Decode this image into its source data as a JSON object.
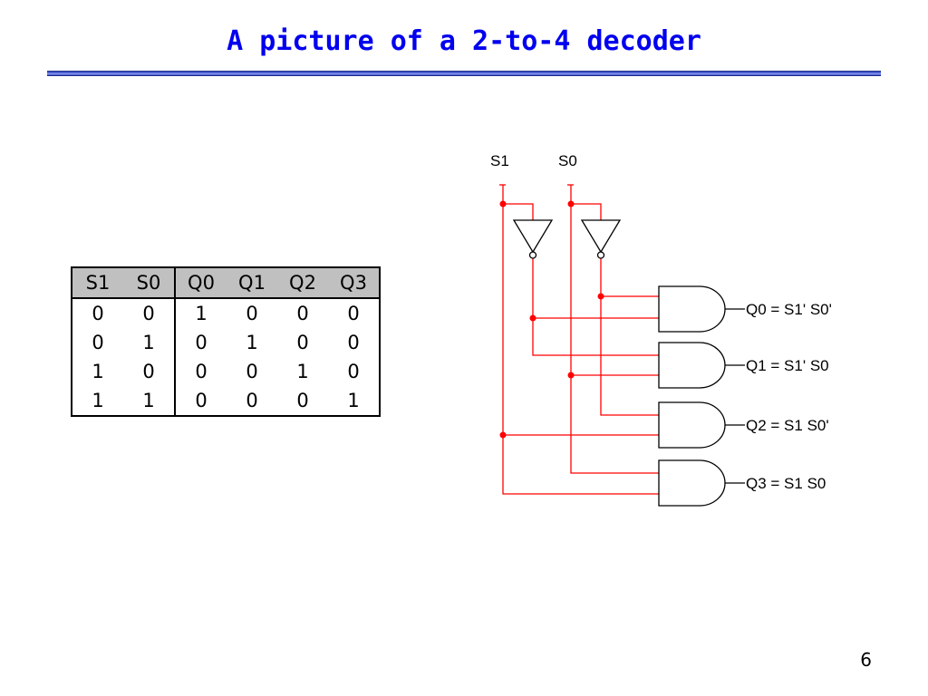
{
  "slide": {
    "title": "A picture of a 2-to-4 decoder",
    "page_number": "6"
  },
  "truth_table": {
    "headers": [
      "S1",
      "S0",
      "Q0",
      "Q1",
      "Q2",
      "Q3"
    ],
    "rows": [
      [
        "0",
        "0",
        "1",
        "0",
        "0",
        "0"
      ],
      [
        "0",
        "1",
        "0",
        "1",
        "0",
        "0"
      ],
      [
        "1",
        "0",
        "0",
        "0",
        "1",
        "0"
      ],
      [
        "1",
        "1",
        "0",
        "0",
        "0",
        "1"
      ]
    ]
  },
  "circuit": {
    "inputs": [
      "S1",
      "S0"
    ],
    "outputs": [
      "Q0 = S1' S0'",
      "Q1 = S1' S0",
      "Q2 = S1 S0'",
      "Q3 = S1 S0"
    ],
    "wire_color": "#ff0000",
    "gate_color": "#000000"
  }
}
